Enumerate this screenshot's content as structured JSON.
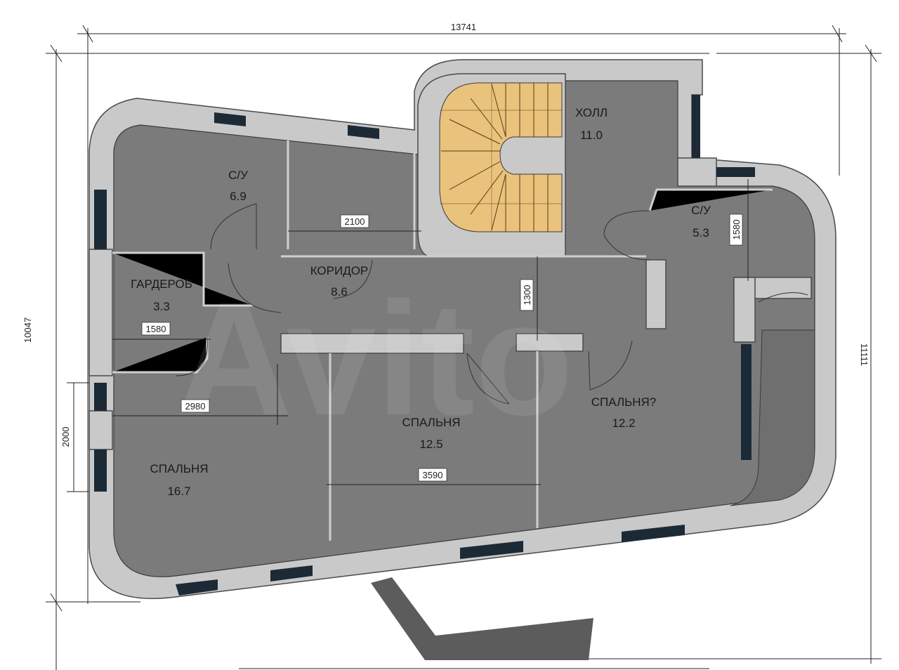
{
  "plan": {
    "rooms": [
      {
        "name": "С/У",
        "area": "6.9"
      },
      {
        "name": "ХОЛЛ",
        "area": "11.0"
      },
      {
        "name": "С/У",
        "area": "5.3"
      },
      {
        "name": "ГАРДЕРОБ",
        "area": "3.3"
      },
      {
        "name": "КОРИДОР",
        "area": "8.6"
      },
      {
        "name": "СПАЛЬНЯ",
        "area": "16.7"
      },
      {
        "name": "СПАЛЬНЯ",
        "area": "12.5"
      },
      {
        "name": "СПАЛЬНЯ?",
        "area": "12.2"
      }
    ],
    "dimensions": {
      "overall_width": "13741",
      "overall_left_height": "10047",
      "overall_right_height": "11111",
      "corridor_width": "2100",
      "bath_right": "1580",
      "corridor_depth": "1300",
      "wardrobe_width": "1580",
      "bedroom1_width": "2980",
      "window_left": "2000",
      "bedroom2_width": "3590"
    },
    "watermark": "Avito",
    "colors": {
      "room": "#7b7b7b",
      "wall": "#c9c9c9",
      "stair": "#e9c27c",
      "window": "#1c2a36"
    }
  }
}
